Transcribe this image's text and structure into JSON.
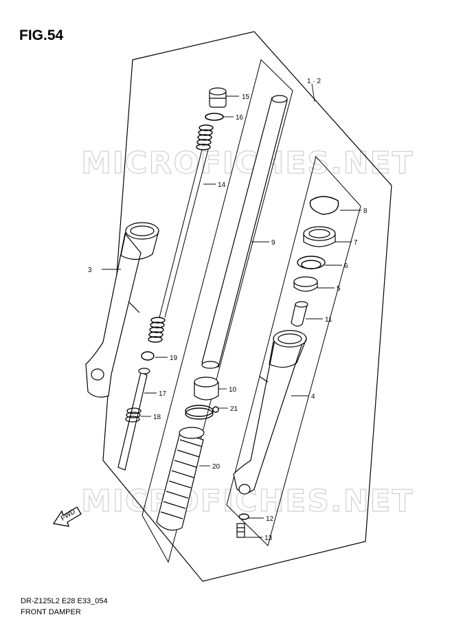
{
  "figure": {
    "title": "FIG.54"
  },
  "footer": {
    "model_code": "DR-Z125L2 E28 E33_054",
    "name": "FRONT DAMPER"
  },
  "watermark": {
    "text": "MICROFICHES.NET"
  },
  "fwd_arrow": {
    "text": "FWD"
  },
  "callouts": [
    {
      "id": "1-2",
      "text": "1 · 2"
    },
    {
      "id": "3",
      "text": "3"
    },
    {
      "id": "4",
      "text": "4"
    },
    {
      "id": "5",
      "text": "5"
    },
    {
      "id": "6",
      "text": "6"
    },
    {
      "id": "7",
      "text": "7"
    },
    {
      "id": "8",
      "text": "8"
    },
    {
      "id": "9",
      "text": "9"
    },
    {
      "id": "10",
      "text": "10"
    },
    {
      "id": "11",
      "text": "11"
    },
    {
      "id": "12",
      "text": "12"
    },
    {
      "id": "13",
      "text": "13"
    },
    {
      "id": "14",
      "text": "14"
    },
    {
      "id": "15",
      "text": "15"
    },
    {
      "id": "16",
      "text": "16"
    },
    {
      "id": "17",
      "text": "17"
    },
    {
      "id": "18",
      "text": "18"
    },
    {
      "id": "19",
      "text": "19"
    },
    {
      "id": "20",
      "text": "20"
    },
    {
      "id": "21",
      "text": "21"
    }
  ]
}
